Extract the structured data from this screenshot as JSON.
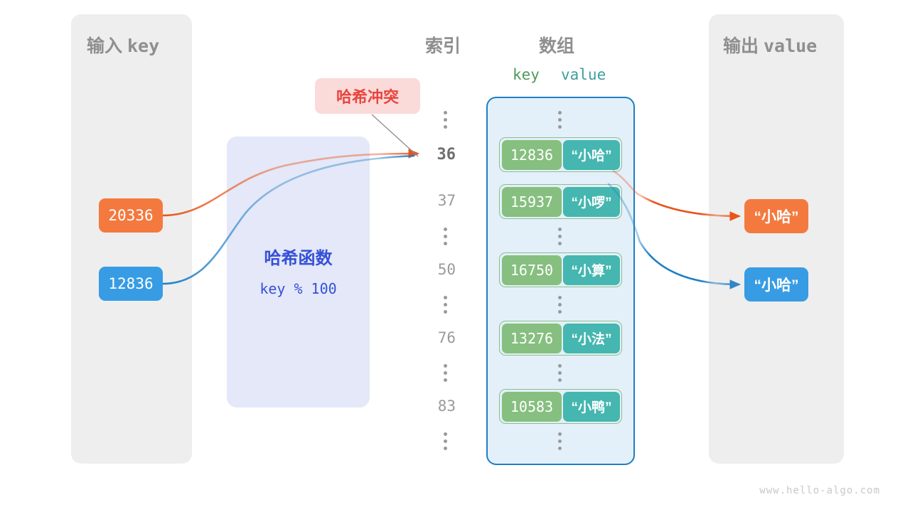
{
  "panels": {
    "input": {
      "title_cn": "输入",
      "title_code": "key"
    },
    "output": {
      "title_cn": "输出",
      "title_code": "value"
    }
  },
  "headers": {
    "index": "索引",
    "array": "数组",
    "key": "key",
    "value": "value"
  },
  "hash_function": {
    "title": "哈希函数",
    "formula": "key % 100"
  },
  "collision": {
    "label": "哈希冲突"
  },
  "inputs": [
    {
      "name": "key-a",
      "value": "20336",
      "color": "#f4793f"
    },
    {
      "name": "key-b",
      "value": "12836",
      "color": "#379ce4"
    }
  ],
  "outputs": [
    {
      "name": "out-a",
      "value": "“小哈”",
      "color": "#f4793f"
    },
    {
      "name": "out-b",
      "value": "“小哈”",
      "color": "#379ce4"
    }
  ],
  "array_rows": [
    {
      "type": "dots"
    },
    {
      "type": "entry",
      "index": "36",
      "key": "12836",
      "value": "“小哈”",
      "highlight": true
    },
    {
      "type": "entry",
      "index": "37",
      "key": "15937",
      "value": "“小啰”",
      "highlight": false
    },
    {
      "type": "dots"
    },
    {
      "type": "entry",
      "index": "50",
      "key": "16750",
      "value": "“小算”",
      "highlight": false
    },
    {
      "type": "dots"
    },
    {
      "type": "entry",
      "index": "76",
      "key": "13276",
      "value": "“小法”",
      "highlight": false
    },
    {
      "type": "dots"
    },
    {
      "type": "entry",
      "index": "83",
      "key": "10583",
      "value": "“小鸭”",
      "highlight": false
    },
    {
      "type": "dots"
    }
  ],
  "colors": {
    "panel_bg": "#eeeeee",
    "array_bg": "#e3f0fa",
    "array_border": "#1f7ec4",
    "cell_key": "#86bf7f",
    "cell_value": "#45b6b0",
    "hash_bg": "#e4e8f8",
    "hash_text": "#3550d8",
    "collision_bg": "#fbdada",
    "collision_text": "#e8453c",
    "orange": "#e8541a",
    "blue": "#1f7ec4"
  },
  "watermark": "www.hello-algo.com"
}
